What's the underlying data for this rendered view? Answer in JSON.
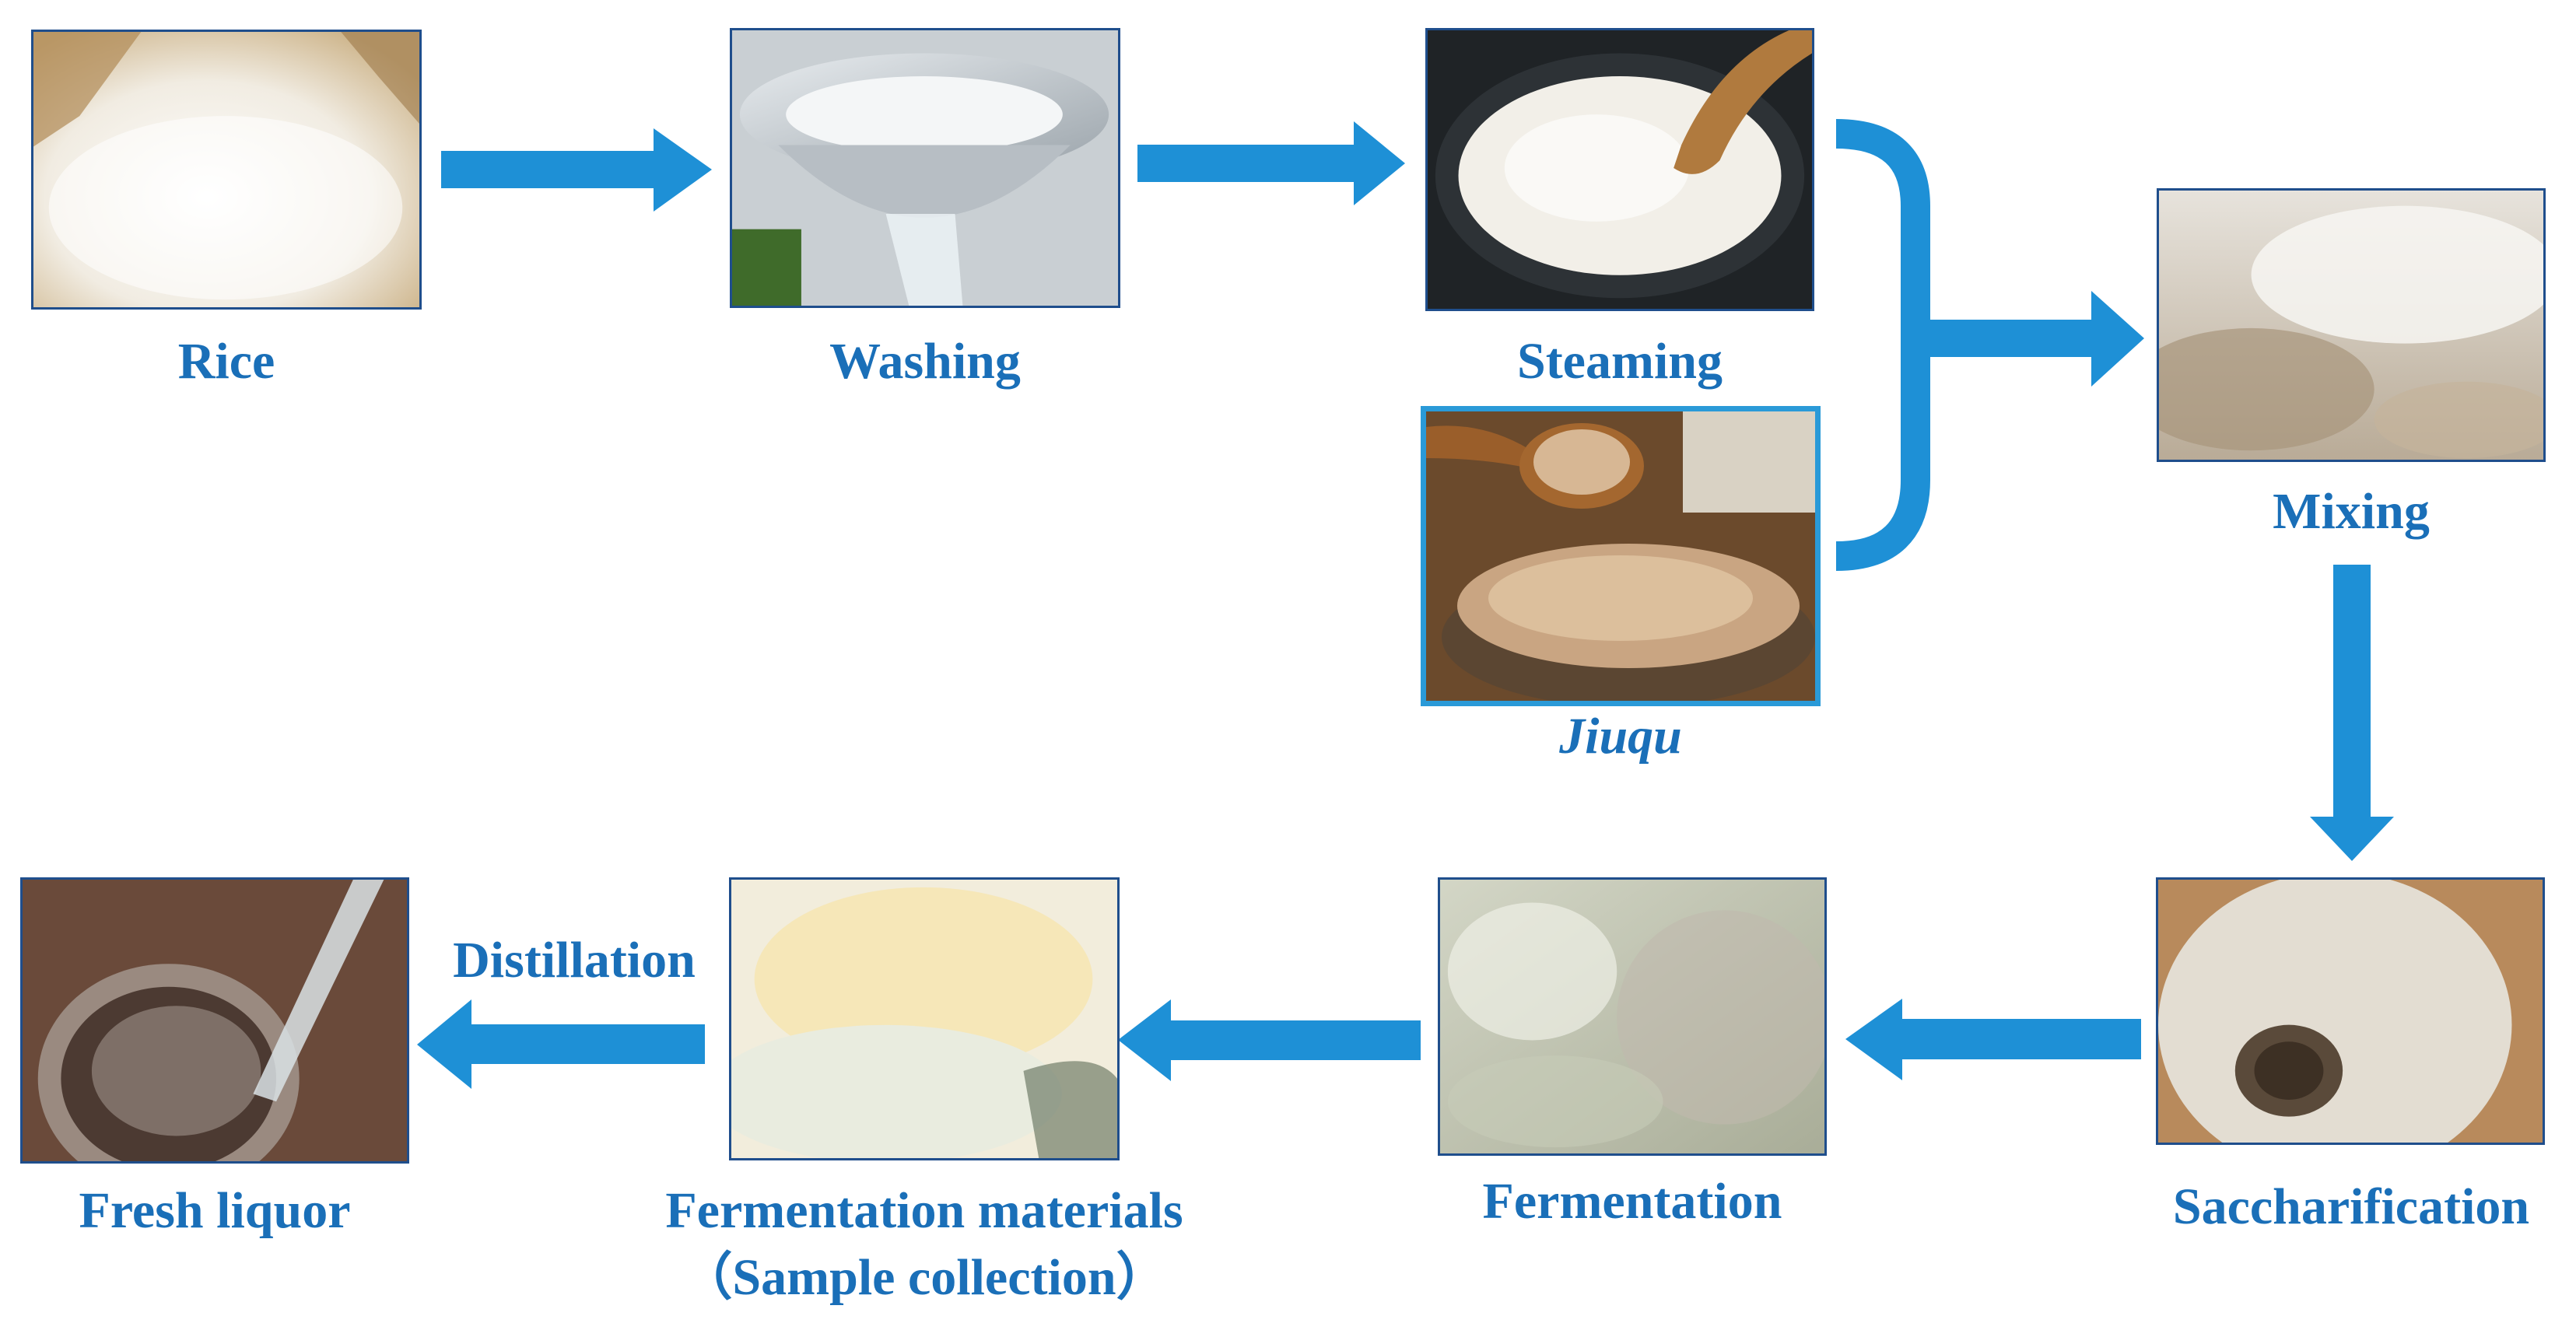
{
  "diagram": {
    "colors": {
      "arrow": "#1e90d6",
      "label": "#1a6fb8",
      "photo_border": "#1f4e8c",
      "jiuqu_border": "#2a9ad8"
    },
    "steps": {
      "rice": {
        "label": "Rice",
        "icon": "rice-grains-photo"
      },
      "washing": {
        "label": "Washing",
        "icon": "colander-rinsing-photo"
      },
      "steaming": {
        "label": "Steaming",
        "icon": "steamed-rice-pot-photo"
      },
      "jiuqu": {
        "label": "Jiuqu",
        "icon": "jiuqu-powder-bowl-photo"
      },
      "mixing": {
        "label": "Mixing",
        "icon": "mixed-rice-photo"
      },
      "saccharification": {
        "label": "Saccharification",
        "icon": "saccharification-vat-photo"
      },
      "fermentation": {
        "label": "Fermentation",
        "icon": "fermentation-liquid-photo"
      },
      "fermentation_materials": {
        "label": "Fermentation materials",
        "sublabel": "（Sample collection）",
        "icon": "fermentation-materials-photo"
      },
      "fresh_liquor": {
        "label": "Fresh liquor",
        "icon": "liquor-pouring-photo"
      }
    },
    "edges": {
      "distillation_label": "Distillation"
    }
  }
}
